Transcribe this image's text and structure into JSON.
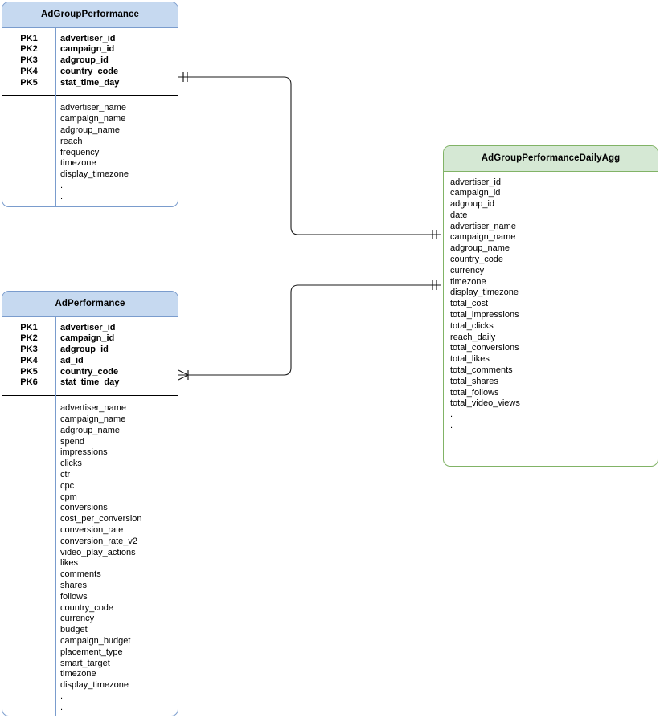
{
  "diagram": {
    "type": "entity-relationship-diagram",
    "background": "#ffffff",
    "colors": {
      "blue_header_fill": "#c6d9f0",
      "blue_border": "#7a9ccd",
      "green_header_fill": "#d5e8d4",
      "green_border": "#81b366",
      "connector_stroke": "#1a1a1a",
      "text": "#000000"
    }
  },
  "entities": {
    "adgroup_performance": {
      "title": "AdGroupPerformance",
      "keys": [
        {
          "label": "PK1",
          "field": "advertiser_id"
        },
        {
          "label": "PK2",
          "field": "campaign_id"
        },
        {
          "label": "PK3",
          "field": "adgroup_id"
        },
        {
          "label": "PK4",
          "field": "country_code"
        },
        {
          "label": "PK5",
          "field": "stat_time_day"
        }
      ],
      "attributes": [
        "advertiser_name",
        "campaign_name",
        "adgroup_name",
        "reach",
        "frequency",
        "timezone",
        "display_timezone",
        ".",
        "."
      ]
    },
    "ad_performance": {
      "title": "AdPerformance",
      "keys": [
        {
          "label": "PK1",
          "field": "advertiser_id"
        },
        {
          "label": "PK2",
          "field": "campaign_id"
        },
        {
          "label": "PK3",
          "field": "adgroup_id"
        },
        {
          "label": "PK4",
          "field": "ad_id"
        },
        {
          "label": "PK5",
          "field": "country_code"
        },
        {
          "label": "PK6",
          "field": "stat_time_day"
        }
      ],
      "attributes": [
        "advertiser_name",
        "campaign_name",
        "adgroup_name",
        "spend",
        "impressions",
        "clicks",
        "ctr",
        "cpc",
        "cpm",
        "conversions",
        "cost_per_conversion",
        "conversion_rate",
        "conversion_rate_v2",
        "video_play_actions",
        "likes",
        "comments",
        "shares",
        "follows",
        "country_code",
        "currency",
        "budget",
        "campaign_budget",
        "placement_type",
        "smart_target",
        "timezone",
        "display_timezone",
        ".",
        "."
      ]
    },
    "adgroup_performance_daily_agg": {
      "title": "AdGroupPerformanceDailyAgg",
      "attributes": [
        "advertiser_id",
        "campaign_id",
        "adgroup_id",
        "date",
        "advertiser_name",
        "campaign_name",
        "adgroup_name",
        "country_code",
        "currency",
        "timezone",
        "display_timezone",
        "total_cost",
        "total_impressions",
        "total_clicks",
        "reach_daily",
        "total_conversions",
        "total_likes",
        "total_comments",
        "total_shares",
        "total_follows",
        "total_video_views",
        ".",
        "."
      ]
    }
  },
  "relationships": [
    {
      "id": "adgroup-to-agg",
      "from": "adgroup_performance",
      "to": "adgroup_performance_daily_agg",
      "from_cardinality": "one-and-only-one",
      "to_cardinality": "one-and-only-one"
    },
    {
      "id": "ad-to-agg",
      "from": "ad_performance",
      "to": "adgroup_performance_daily_agg",
      "from_cardinality": "one-or-many",
      "to_cardinality": "one-and-only-one"
    }
  ]
}
